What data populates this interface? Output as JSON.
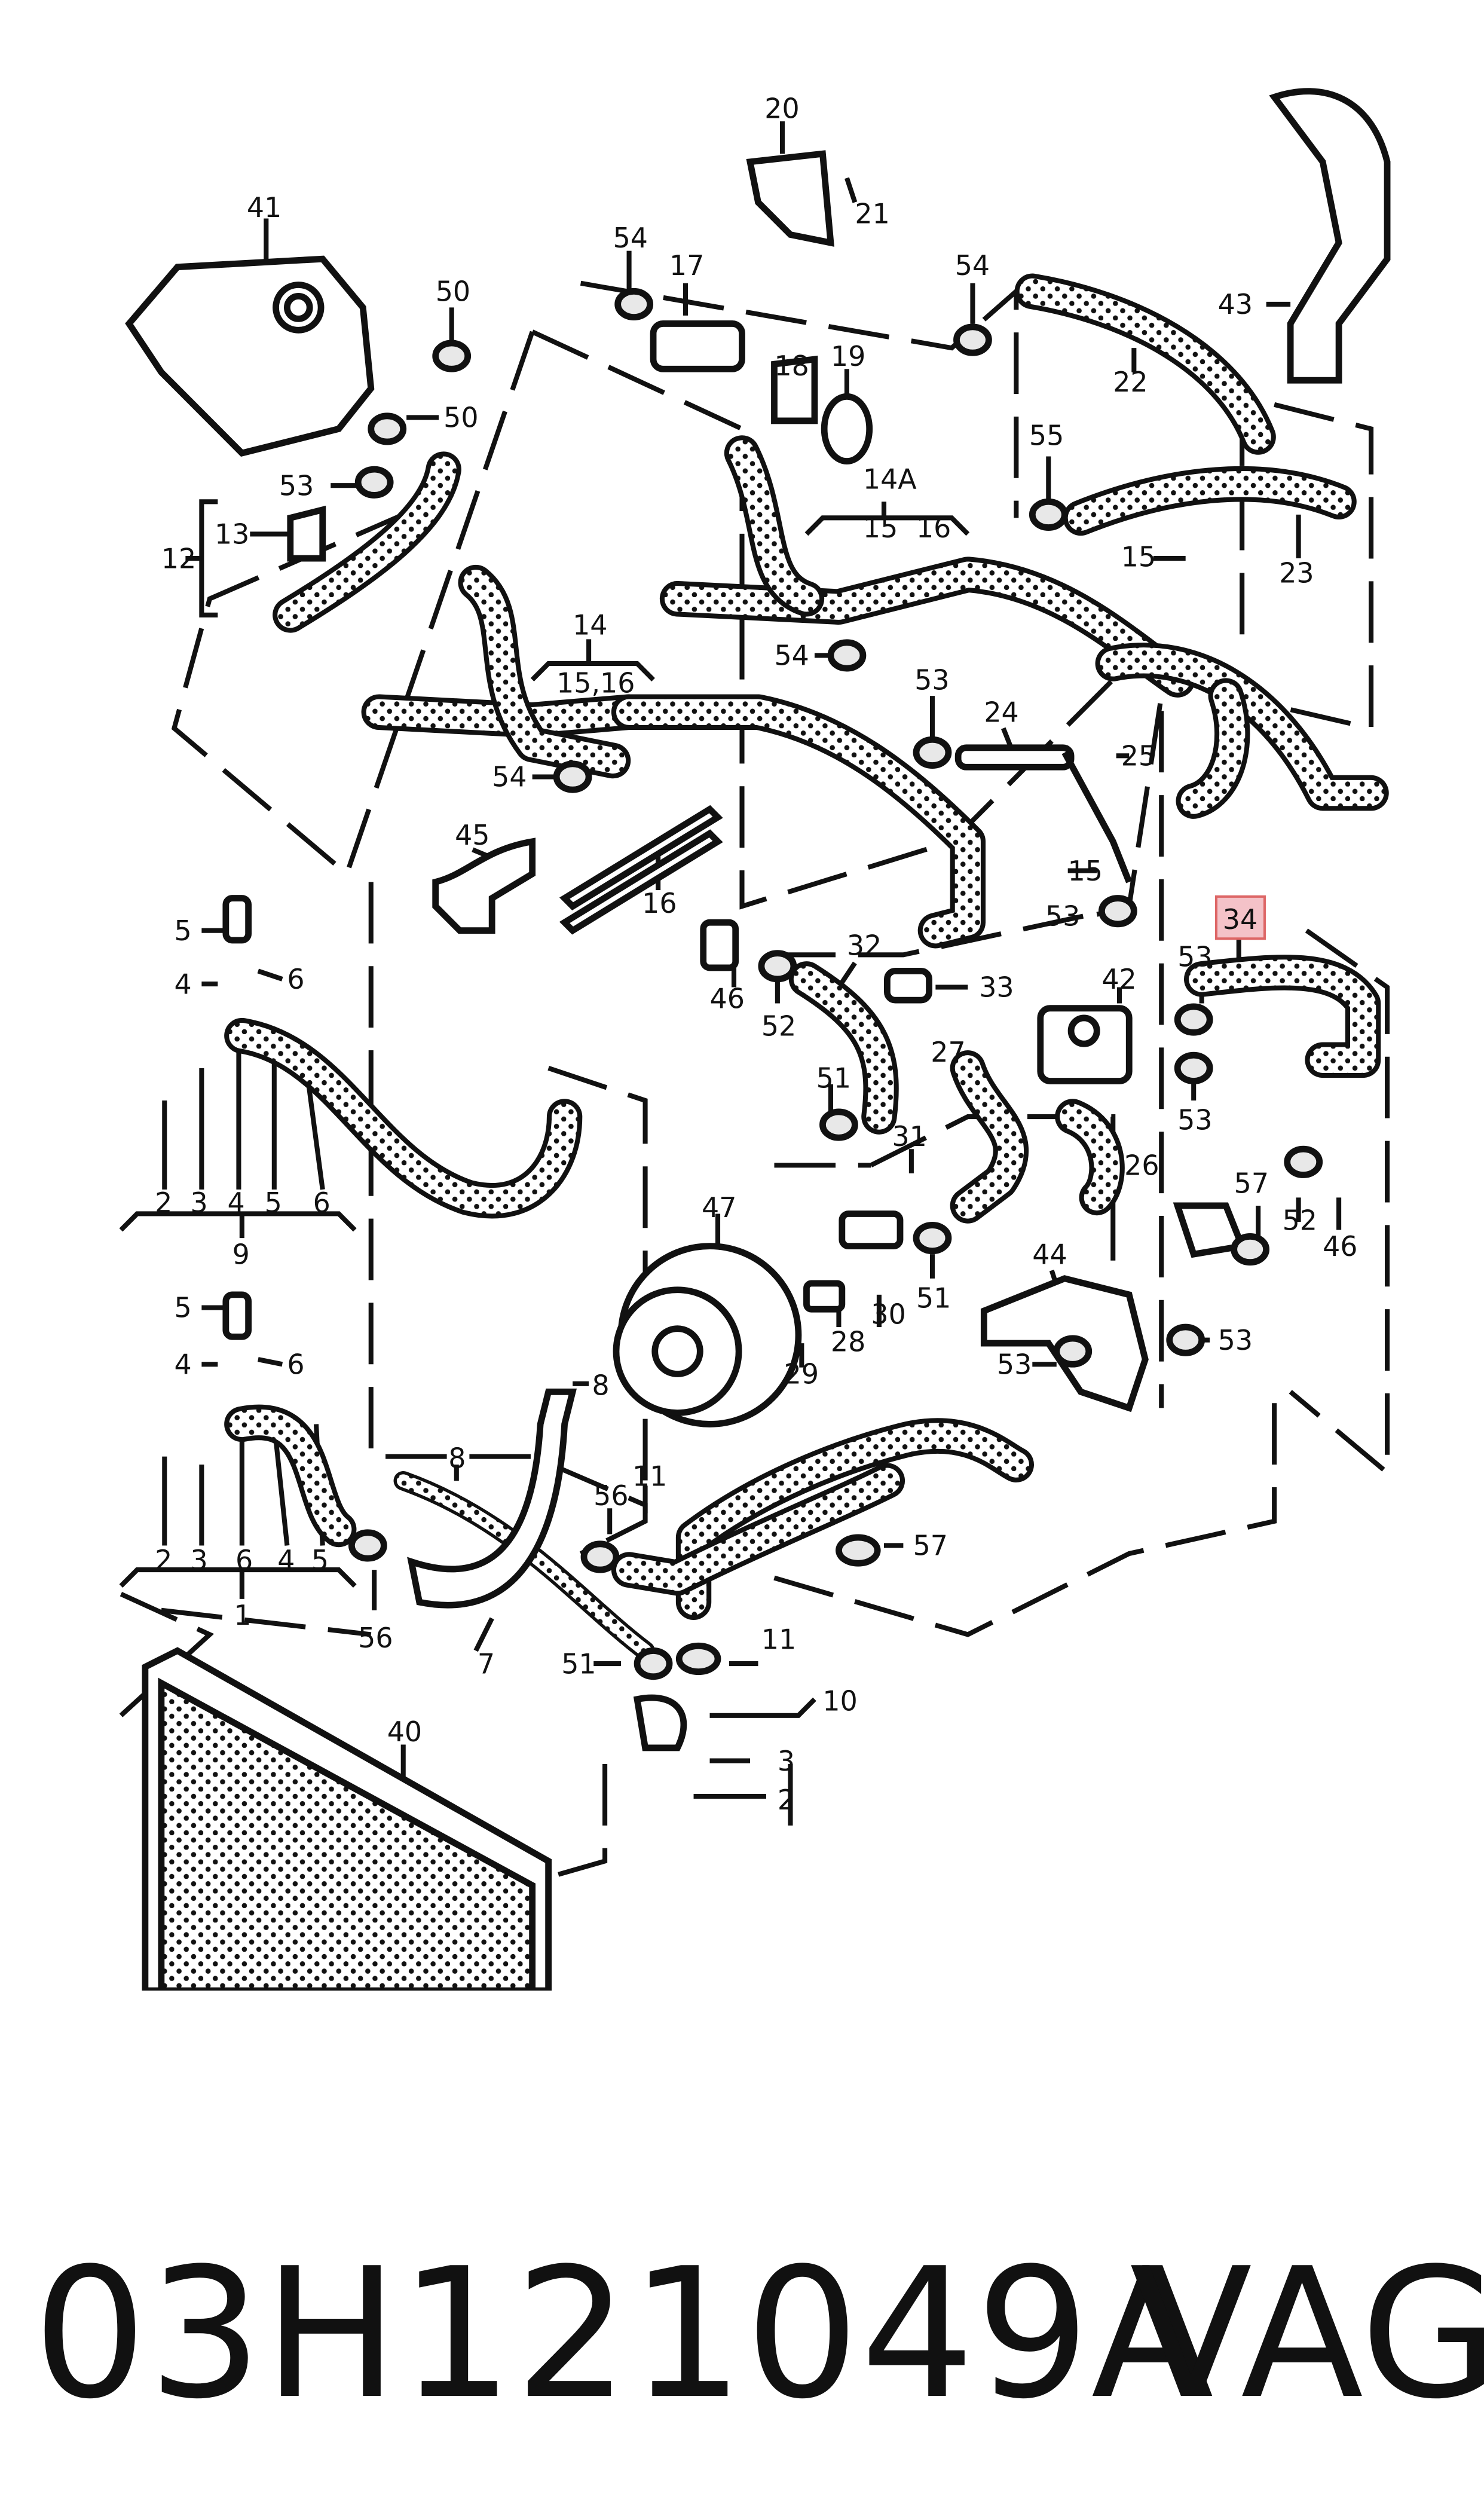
{
  "footer": {
    "part_number": "03H121049A",
    "brand": "VAG"
  },
  "highlight_color": "#f4c2c8",
  "labels": [
    "20",
    "21",
    "41",
    "54",
    "17",
    "54",
    "50",
    "18",
    "19",
    "43",
    "50",
    "14A",
    "15",
    "16",
    "55",
    "22",
    "53",
    "13",
    "12",
    "15",
    "14",
    "23",
    "54",
    "15,16",
    "53",
    "24",
    "25",
    "54",
    "45",
    "16",
    "15",
    "53",
    "5",
    "4",
    "6",
    "46",
    "32",
    "33",
    "34",
    "42",
    "53",
    "52",
    "27",
    "51",
    "31",
    "26",
    "53",
    "2",
    "3",
    "4",
    "5",
    "6",
    "9",
    "47",
    "57",
    "52",
    "46",
    "44",
    "53",
    "28",
    "30",
    "51",
    "5",
    "29",
    "53",
    "4",
    "6",
    "8",
    "8",
    "11",
    "56",
    "57",
    "2",
    "3",
    "6",
    "4",
    "5",
    "1",
    "11",
    "51",
    "10",
    "56",
    "7",
    "40",
    "3",
    "2"
  ],
  "highlighted_label": "34"
}
